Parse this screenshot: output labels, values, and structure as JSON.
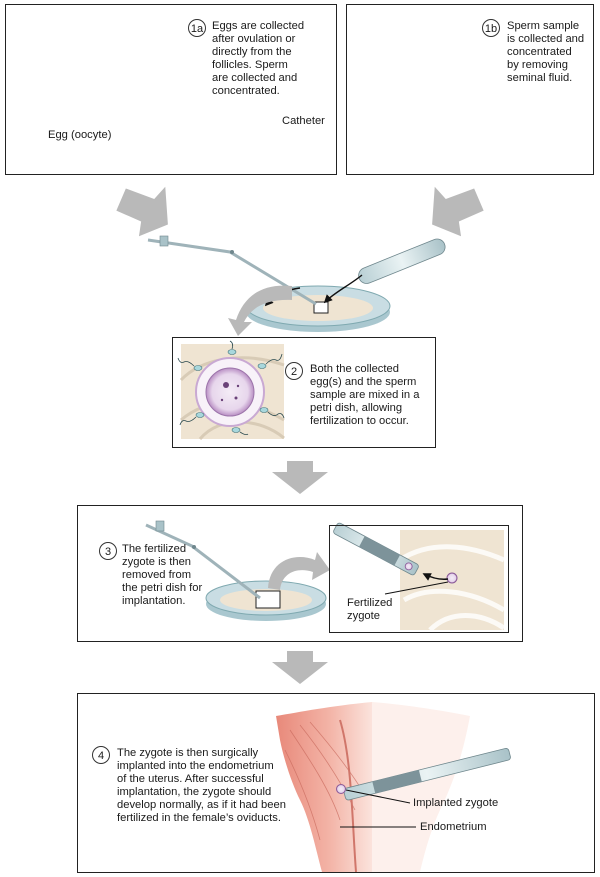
{
  "steps": {
    "s1a": {
      "badge": "1a",
      "lines": [
        "Eggs are collected",
        "after ovulation or",
        "directly from the",
        "follicles. Sperm",
        "are collected and",
        "concentrated."
      ]
    },
    "s1b": {
      "badge": "1b",
      "lines": [
        "Sperm sample",
        "is collected and",
        "concentrated",
        "by removing",
        "seminal fluid."
      ]
    },
    "s2": {
      "badge": "2",
      "lines": [
        "Both the collected",
        "egg(s) and the sperm",
        "sample are mixed in a",
        "petri dish, allowing",
        "fertilization to occur."
      ]
    },
    "s3": {
      "badge": "3",
      "lines": [
        "The fertilized",
        "zygote is then",
        "removed from",
        "the petri dish for",
        "implantation."
      ]
    },
    "s4": {
      "badge": "4",
      "lines": [
        "The zygote is then surgically",
        "implanted into the endometrium",
        "of the uterus. After successful",
        "implantation, the zygote should",
        "develop normally, as if it had been",
        "fertilized in the female’s oviducts."
      ]
    }
  },
  "labels": {
    "egg": "Egg (oocyte)",
    "catheter": "Catheter",
    "fertilized_zygote": [
      "Fertilized",
      "zygote"
    ],
    "implanted_zygote": "Implanted zygote",
    "endometrium": "Endometrium"
  },
  "colors": {
    "tissue_pink": "#e8897a",
    "ovary_blue": "#cfe3e6",
    "follicle_teal": "#3fa0a8",
    "catheter_gray": "#8a9ea5",
    "arrow_gray": "#b9b9b9",
    "petri_blue": "#c9dde3",
    "egg_lilac": "#e7d6ec",
    "tissue_beige": "#efe4d2"
  }
}
